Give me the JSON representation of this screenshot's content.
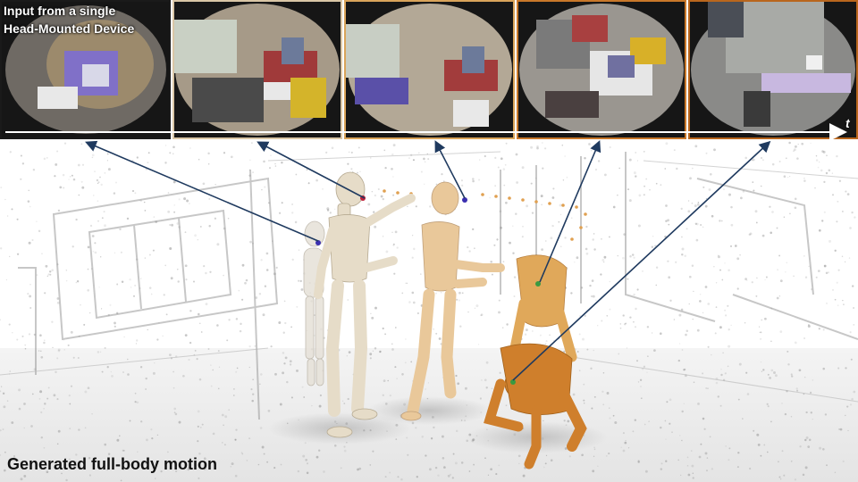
{
  "header": {
    "input_caption_line1": "Input from a single",
    "input_caption_line2": "Head-Mounted Device",
    "time_axis_label": "t"
  },
  "footer": {
    "title": "Generated  full-body motion"
  },
  "frames": [
    {
      "name": "frame-1",
      "border_color": "#1a1a1a"
    },
    {
      "name": "frame-2",
      "border_color": "#d9c6a6"
    },
    {
      "name": "frame-3",
      "border_color": "#d9a45a"
    },
    {
      "name": "frame-4",
      "border_color": "#c9782a"
    },
    {
      "name": "frame-5",
      "border_color": "#b9661d"
    }
  ],
  "colors": {
    "arrow": "#1f3a5f",
    "timeline": "#ffffff",
    "figure_tones": [
      "#e6dcc8",
      "#e9c89a",
      "#e0a85a",
      "#d08735",
      "#c46f1e"
    ],
    "trajectory": "#e0a050"
  }
}
